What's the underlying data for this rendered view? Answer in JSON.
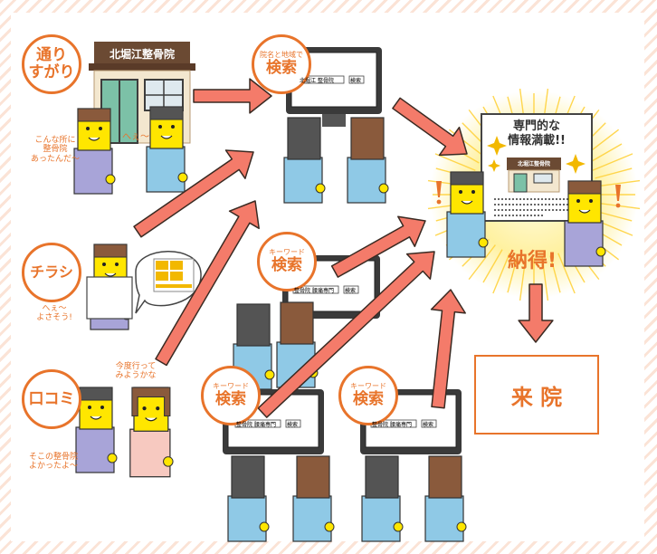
{
  "sources": {
    "passing_by": "通り\nすがり",
    "flyer": "チラシ",
    "word_of_mouth": "口コミ"
  },
  "clinic": {
    "signboard": "北堀江整骨院"
  },
  "speech": {
    "passerby_1": "こんな所に\n整骨院\nあったんだ～",
    "passerby_2": "へぇ～",
    "flyer_reader": "へぇ～\nよさそう!",
    "friend_invite": "今度行って\nみようかな",
    "friend_recommend": "そこの整骨院\nよかったよ～"
  },
  "searches": {
    "name_area": {
      "small": "院名と地域で",
      "big": "検索"
    },
    "keyword_1": {
      "small": "キーワード",
      "big": "検索"
    },
    "keyword_2": {
      "small": "キーワード",
      "big": "検索"
    },
    "keyword_3": {
      "small": "キーワード",
      "big": "検索"
    }
  },
  "search_bar": {
    "top": [
      "北堀江",
      "整骨院"
    ],
    "keyword": [
      "整骨院",
      "腰痛専門"
    ],
    "button": "検索"
  },
  "result": {
    "headline": "専門的な\n情報満載!!",
    "clinic_sign": "北堀江整骨院",
    "verdict": "納得!"
  },
  "outcome": "来 院",
  "colors": {
    "orange": "#e8742b",
    "arrow": "#f47b6a",
    "arrow_outline": "#3a2a22",
    "shirt_blue": "#8fc9e6",
    "shirt_purple": "#a8a4d8",
    "face_yellow": "#ffe600",
    "hair_dark": "#545454",
    "hair_brown": "#8a5a3c",
    "glow": "#fff4a6"
  }
}
